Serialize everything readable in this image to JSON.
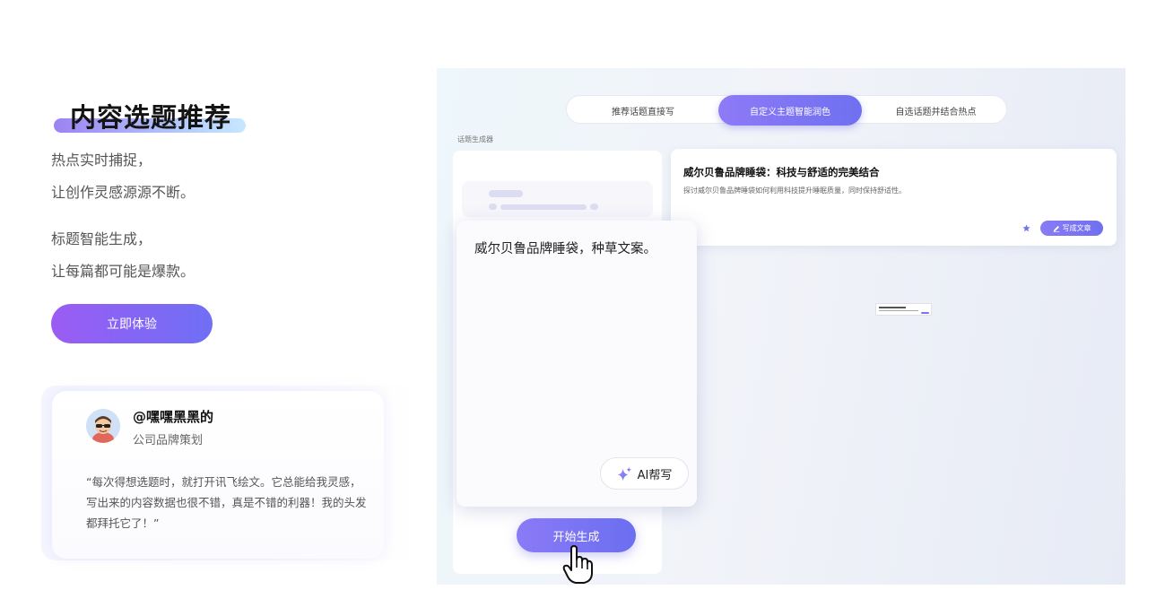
{
  "hero": {
    "title": "内容选题推荐",
    "desc1_line1": "热点实时捕捉，",
    "desc1_line2": "让创作灵感源源不断。",
    "desc2_line1": "标题智能生成，",
    "desc2_line2": "让每篇都可能是爆款。",
    "cta_label": "立即体验"
  },
  "testimonial": {
    "name": "@嘿嘿黑黑的",
    "role": "公司品牌策划",
    "quote": "“每次得想选题时，就打开讯飞绘文。它总能给我灵感，写出来的内容数据也很不错，真是不错的利器！我的头发都拜托它了！”"
  },
  "demo": {
    "tabs": [
      {
        "label": "推荐话题直接写",
        "active": false
      },
      {
        "label": "自定义主题智能润色",
        "active": true
      },
      {
        "label": "自选话题并结合热点",
        "active": false
      }
    ],
    "generator_label": "话题生成器",
    "result": {
      "title": "威尔贝鲁品牌睡袋：科技与舒适的完美结合",
      "desc": "探讨威尔贝鲁品牌睡袋如何利用科技提升睡眠质量，同时保持舒适性。",
      "write_button": "写成文章"
    },
    "input_text": "威尔贝鲁品牌睡袋，种草文案。",
    "ai_button": "AI帮写",
    "start_button": "开始生成"
  },
  "colors": {
    "accent_start": "#9b5cf3",
    "accent_end": "#6f6ff5",
    "tab_active": "#7b74f3"
  },
  "icons": {
    "sparkle": "sparkle-icon",
    "star": "star-icon",
    "edit": "pencil-icon",
    "cursor": "hand-pointer-icon"
  }
}
